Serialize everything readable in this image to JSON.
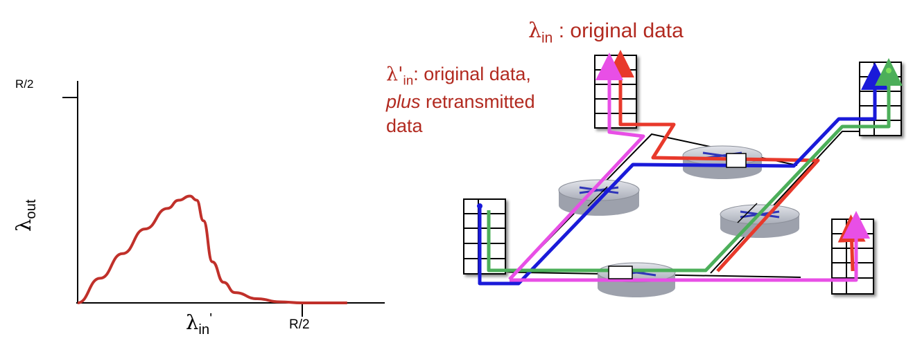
{
  "labels": {
    "lambda_in_sym": "λ",
    "lambda_in_sub": "in",
    "lambda_in_text": " : original data",
    "lambda_prime_sym": "λ'",
    "lambda_prime_sub": "in",
    "lambda_prime_line1": ": original data,",
    "lambda_prime_plus": "plus",
    "lambda_prime_line2": " retransmitted",
    "lambda_prime_line3": "data"
  },
  "chart_data": {
    "type": "line",
    "title": "",
    "xlabel_sym": "λ",
    "xlabel_sub": "in",
    "xlabel_sup": "'",
    "ylabel_sym": "λ",
    "ylabel_sub": "out",
    "x_tick_label": "R/2",
    "y_tick_label": "R/2",
    "series": [
      {
        "color": "#c0302a",
        "x": [
          0,
          0.1,
          0.2,
          0.3,
          0.4,
          0.45,
          0.5,
          0.53,
          0.56,
          0.6,
          0.65,
          0.7,
          0.8,
          0.9,
          1.0,
          1.1,
          1.2
        ],
        "y": [
          0,
          0.12,
          0.24,
          0.36,
          0.46,
          0.5,
          0.52,
          0.5,
          0.4,
          0.2,
          0.1,
          0.05,
          0.02,
          0.005,
          0,
          0,
          0
        ]
      }
    ]
  },
  "colors": {
    "red": "#e8392b",
    "blue": "#1a1ad9",
    "green": "#4caf5a",
    "magenta": "#e84fe6",
    "label_red": "#b22a20"
  },
  "icons": [
    "host-buffer-icon",
    "router-icon"
  ]
}
